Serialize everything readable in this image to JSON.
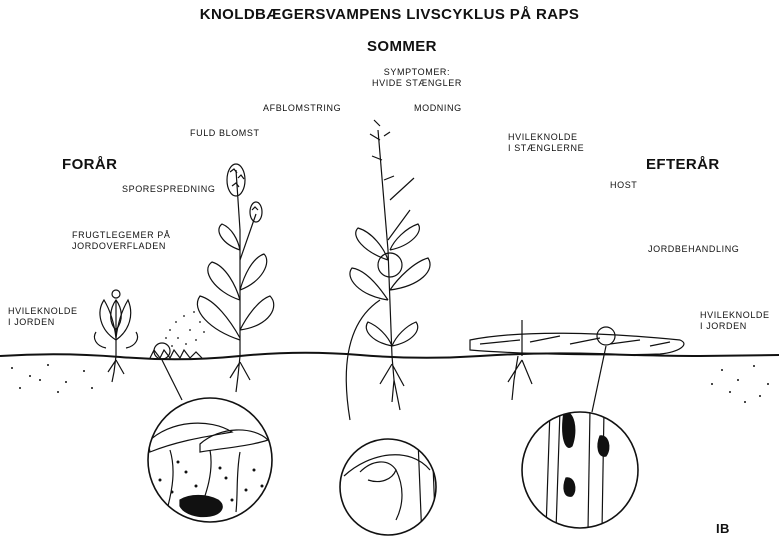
{
  "title": "KNOLDBÆGERSVAMPENS LIVSCYKLUS PÅ RAPS",
  "seasons": {
    "spring": "FORÅR",
    "summer": "SOMMER",
    "autumn": "EFTERÅR"
  },
  "labels": {
    "symptoms": "SYMPTOMER:\nHVIDE STÆNGLER",
    "flowering_end": "AFBLOMSTRING",
    "ripening": "MODNING",
    "full_bloom": "FULD BLOMST",
    "spore_dispersal": "SPORESPREDNING",
    "fruit_bodies": "FRUGTLEGEMER PÅ\nJORDOVERFLADEN",
    "resting_soil_left": "HVILEKNOLDE\nI JORDEN",
    "resting_stems": "HVILEKNOLDE\nI STÆNGLERNE",
    "harvest": "HOST",
    "soil_treatment": "JORDBEHANDLING",
    "resting_soil_right": "HVILEKNOLDE\nI JORDEN"
  },
  "signature": "IB"
}
